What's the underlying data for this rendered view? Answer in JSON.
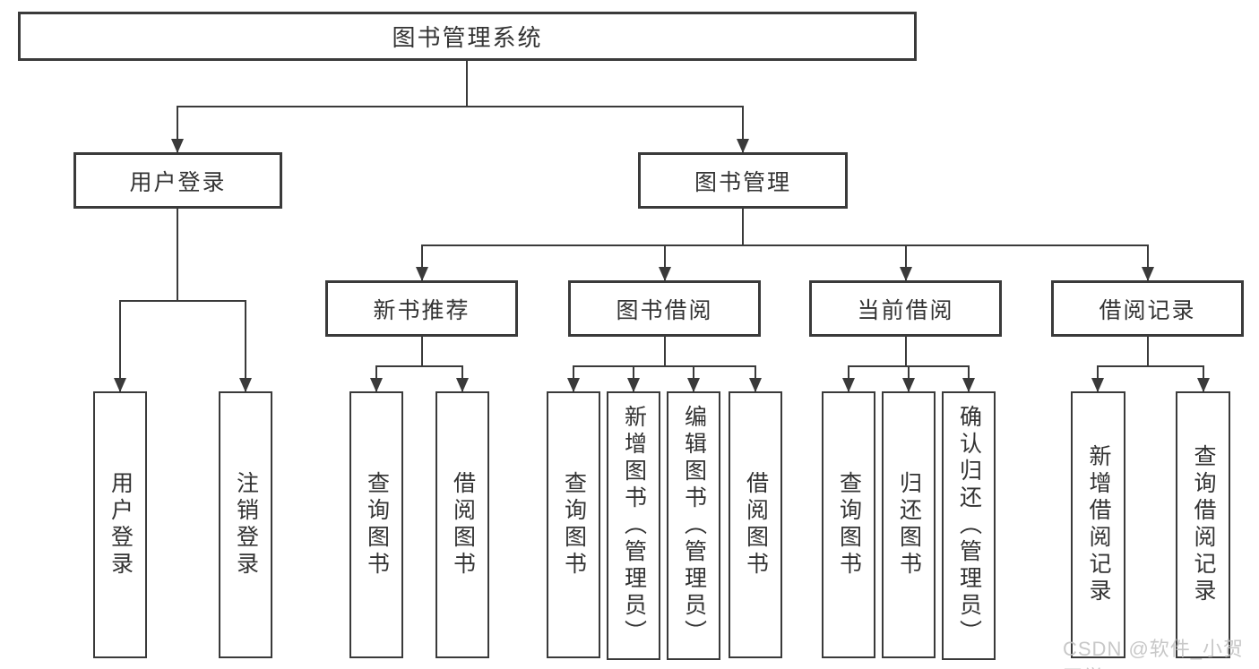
{
  "nodes": {
    "root": "图书管理系统",
    "level2": [
      "用户登录",
      "图书管理"
    ],
    "level3": [
      "新书推荐",
      "图书借阅",
      "当前借阅",
      "借阅记录"
    ],
    "leaves": {
      "user_login": [
        "用户登录",
        "注销登录"
      ],
      "new_book_recommend": [
        "查询图书",
        "借阅图书"
      ],
      "book_borrow": [
        "查询图书",
        "新增图书（管理员）",
        "编辑图书（管理员）",
        "借阅图书"
      ],
      "current_borrow": [
        "查询图书",
        "归还图书",
        "确认归还（管理员）"
      ],
      "borrow_records": [
        "新增借阅记录",
        "查询借阅记录"
      ]
    }
  },
  "watermark": {
    "text": "CSDN @软件_小贺同学"
  },
  "colors": {
    "line": "#3a3a3a",
    "text": "#333333",
    "background": "#ffffff",
    "watermark": "#c4c4c4"
  }
}
